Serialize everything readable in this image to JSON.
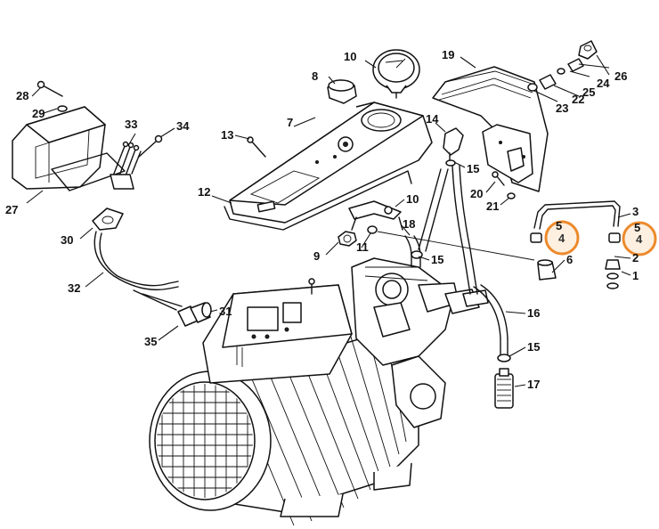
{
  "callouts": {
    "n1": "1",
    "n2": "2",
    "n3": "3",
    "n4a": "4",
    "n4b": "4",
    "n5a": "5",
    "n5b": "5",
    "n6": "6",
    "n7": "7",
    "n8": "8",
    "n9": "9",
    "n10a": "10",
    "n10b": "10",
    "n11": "11",
    "n12": "12",
    "n13": "13",
    "n14": "14",
    "n15a": "15",
    "n15b": "15",
    "n15c": "15",
    "n16": "16",
    "n17": "17",
    "n18": "18",
    "n19": "19",
    "n20": "20",
    "n21": "21",
    "n22": "22",
    "n23": "23",
    "n24": "24",
    "n25": "25",
    "n26": "26",
    "n27": "27",
    "n28": "28",
    "n29": "29",
    "n30": "30",
    "n31": "31",
    "n32": "32",
    "n33": "33",
    "n34": "34",
    "n35": "35"
  },
  "highlight_color": "#ec8a2c"
}
